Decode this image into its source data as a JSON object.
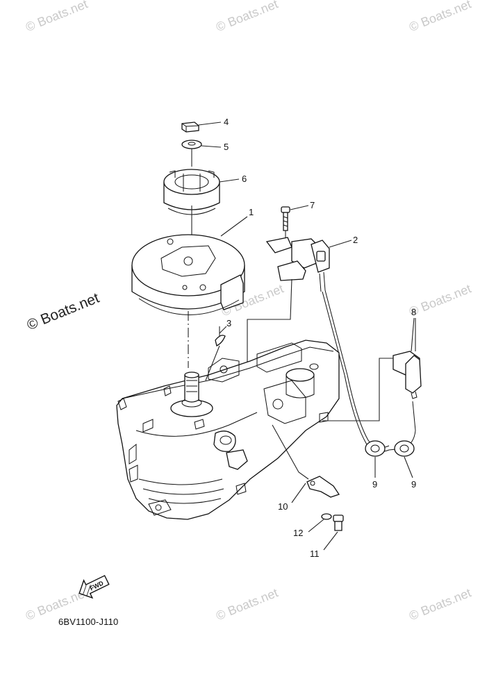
{
  "diagram_code": "6BV1100-J110",
  "fwd_label": "FWD",
  "watermark": "© Boats.net",
  "callouts": [
    {
      "id": "c1",
      "label": "1"
    },
    {
      "id": "c2",
      "label": "2"
    },
    {
      "id": "c3",
      "label": "3"
    },
    {
      "id": "c4",
      "label": "4"
    },
    {
      "id": "c5",
      "label": "5"
    },
    {
      "id": "c6",
      "label": "6"
    },
    {
      "id": "c7",
      "label": "7"
    },
    {
      "id": "c8",
      "label": "8"
    },
    {
      "id": "c9a",
      "label": "9"
    },
    {
      "id": "c9b",
      "label": "9"
    },
    {
      "id": "c10",
      "label": "10"
    },
    {
      "id": "c11",
      "label": "11"
    },
    {
      "id": "c12",
      "label": "12"
    }
  ]
}
